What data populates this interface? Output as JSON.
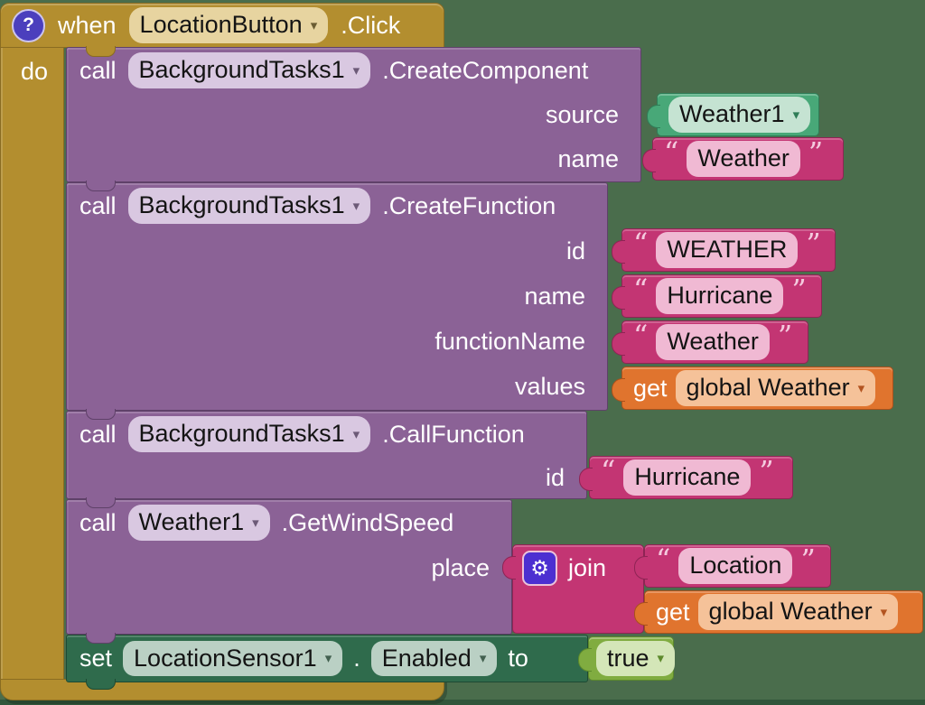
{
  "workspace": {
    "background_color": "#4a6d4c"
  },
  "icons": {
    "help_glyph": "?",
    "gear_glyph": "⚙",
    "dropdown_arrow": "▾",
    "quote_open": "“",
    "quote_close": "”"
  },
  "keywords": {
    "call": "call",
    "get": "get",
    "join": "join"
  },
  "when_block": {
    "keyword": "when",
    "component": "LocationButton",
    "event": ".Click",
    "do_label": "do"
  },
  "blocks": [
    {
      "kind": "call",
      "component": "BackgroundTasks1",
      "method": ".CreateComponent",
      "params": [
        {
          "label": "source",
          "value": {
            "type": "component-dropdown",
            "text": "Weather1"
          }
        },
        {
          "label": "name",
          "value": {
            "type": "text-string",
            "text": "Weather"
          }
        }
      ]
    },
    {
      "kind": "call",
      "component": "BackgroundTasks1",
      "method": ".CreateFunction",
      "params": [
        {
          "label": "id",
          "value": {
            "type": "text-string",
            "text": "WEATHER"
          }
        },
        {
          "label": "name",
          "value": {
            "type": "text-string",
            "text": "Hurricane"
          }
        },
        {
          "label": "functionName",
          "value": {
            "type": "text-string",
            "text": "Weather"
          }
        },
        {
          "label": "values",
          "value": {
            "type": "variable-get",
            "text": "global Weather"
          }
        }
      ]
    },
    {
      "kind": "call",
      "component": "BackgroundTasks1",
      "method": ".CallFunction",
      "params": [
        {
          "label": "id",
          "value": {
            "type": "text-string",
            "text": "Hurricane"
          }
        }
      ]
    },
    {
      "kind": "call",
      "component": "Weather1",
      "method": ".GetWindSpeed",
      "params": [
        {
          "label": "place",
          "value": {
            "type": "join",
            "items": [
              {
                "type": "text-string",
                "text": "Location"
              },
              {
                "type": "variable-get",
                "text": "global Weather"
              }
            ]
          }
        }
      ]
    },
    {
      "kind": "set",
      "set_label": "set",
      "component": "LocationSensor1",
      "separator": ".",
      "property": "Enabled",
      "to_label": "to",
      "value": {
        "type": "boolean",
        "text": "true"
      }
    }
  ],
  "colors": {
    "gold_event": "#b38e2f",
    "purple_call": "#8b6296",
    "magenta_text": "#c33573",
    "component_green": "#48a878",
    "variable_orange": "#e0742e",
    "set_dark_green": "#2f6b4c",
    "boolean_light_green": "#80ac40",
    "gear_blue": "#4c2fd1",
    "help_blue": "#4b3fbd"
  }
}
